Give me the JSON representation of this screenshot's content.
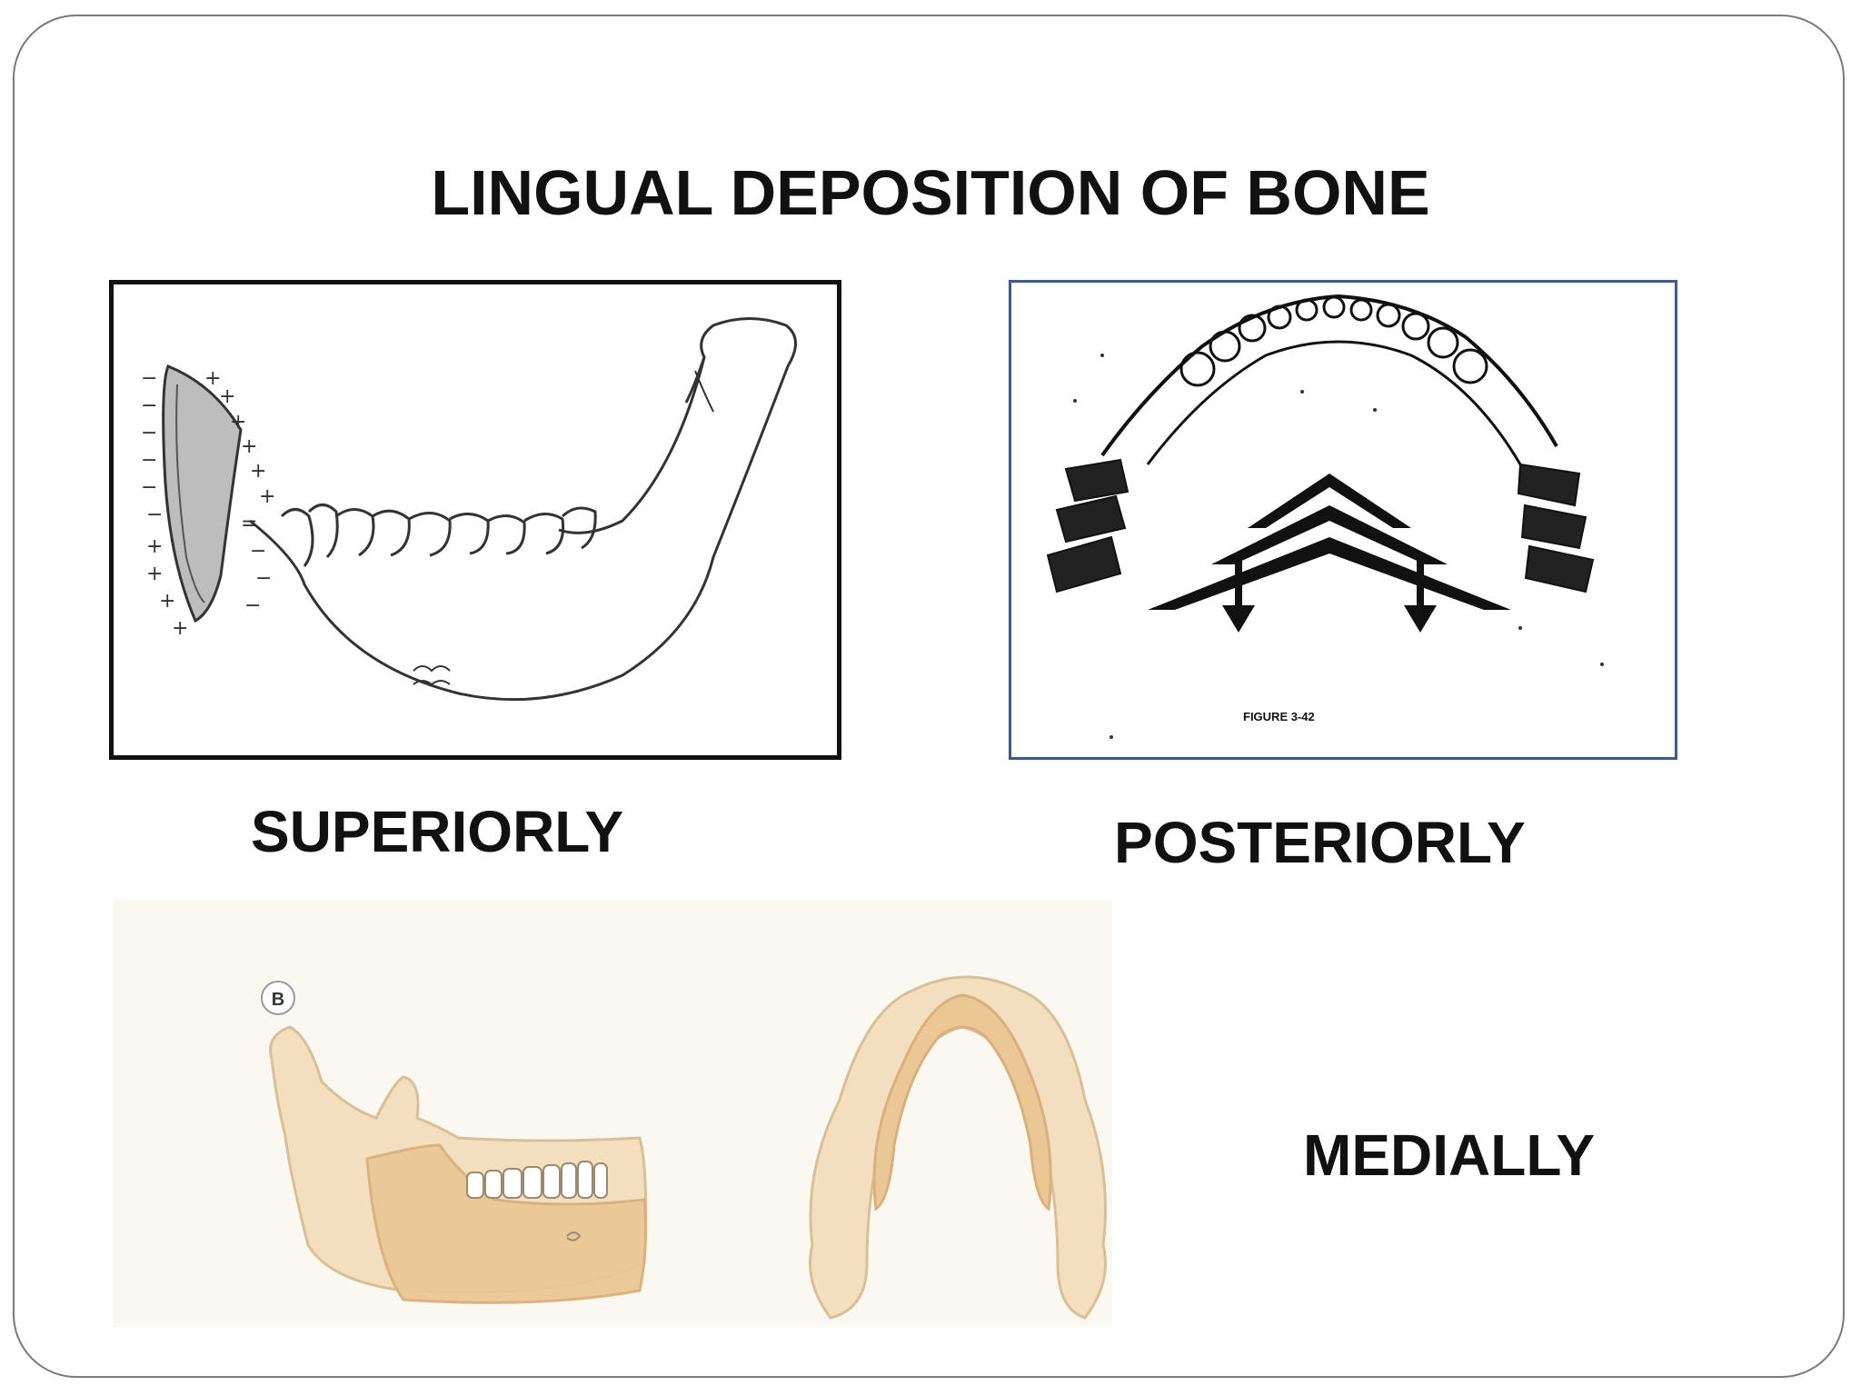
{
  "slide": {
    "title": "LINGUAL DEPOSITION OF BONE",
    "captions": {
      "superiorly": "SUPERIORLY",
      "posteriorly": "POSTERIORLY",
      "medially": "MEDIALLY"
    }
  },
  "figures": {
    "posterior": {
      "label": "FIGURE 3-42"
    },
    "medial": {
      "panel_letter": "B"
    }
  },
  "colors": {
    "bone_light": "#f3dfc0",
    "bone_dark": "#ebc795",
    "outline": "#222222",
    "frame": "#7a7a7a"
  }
}
